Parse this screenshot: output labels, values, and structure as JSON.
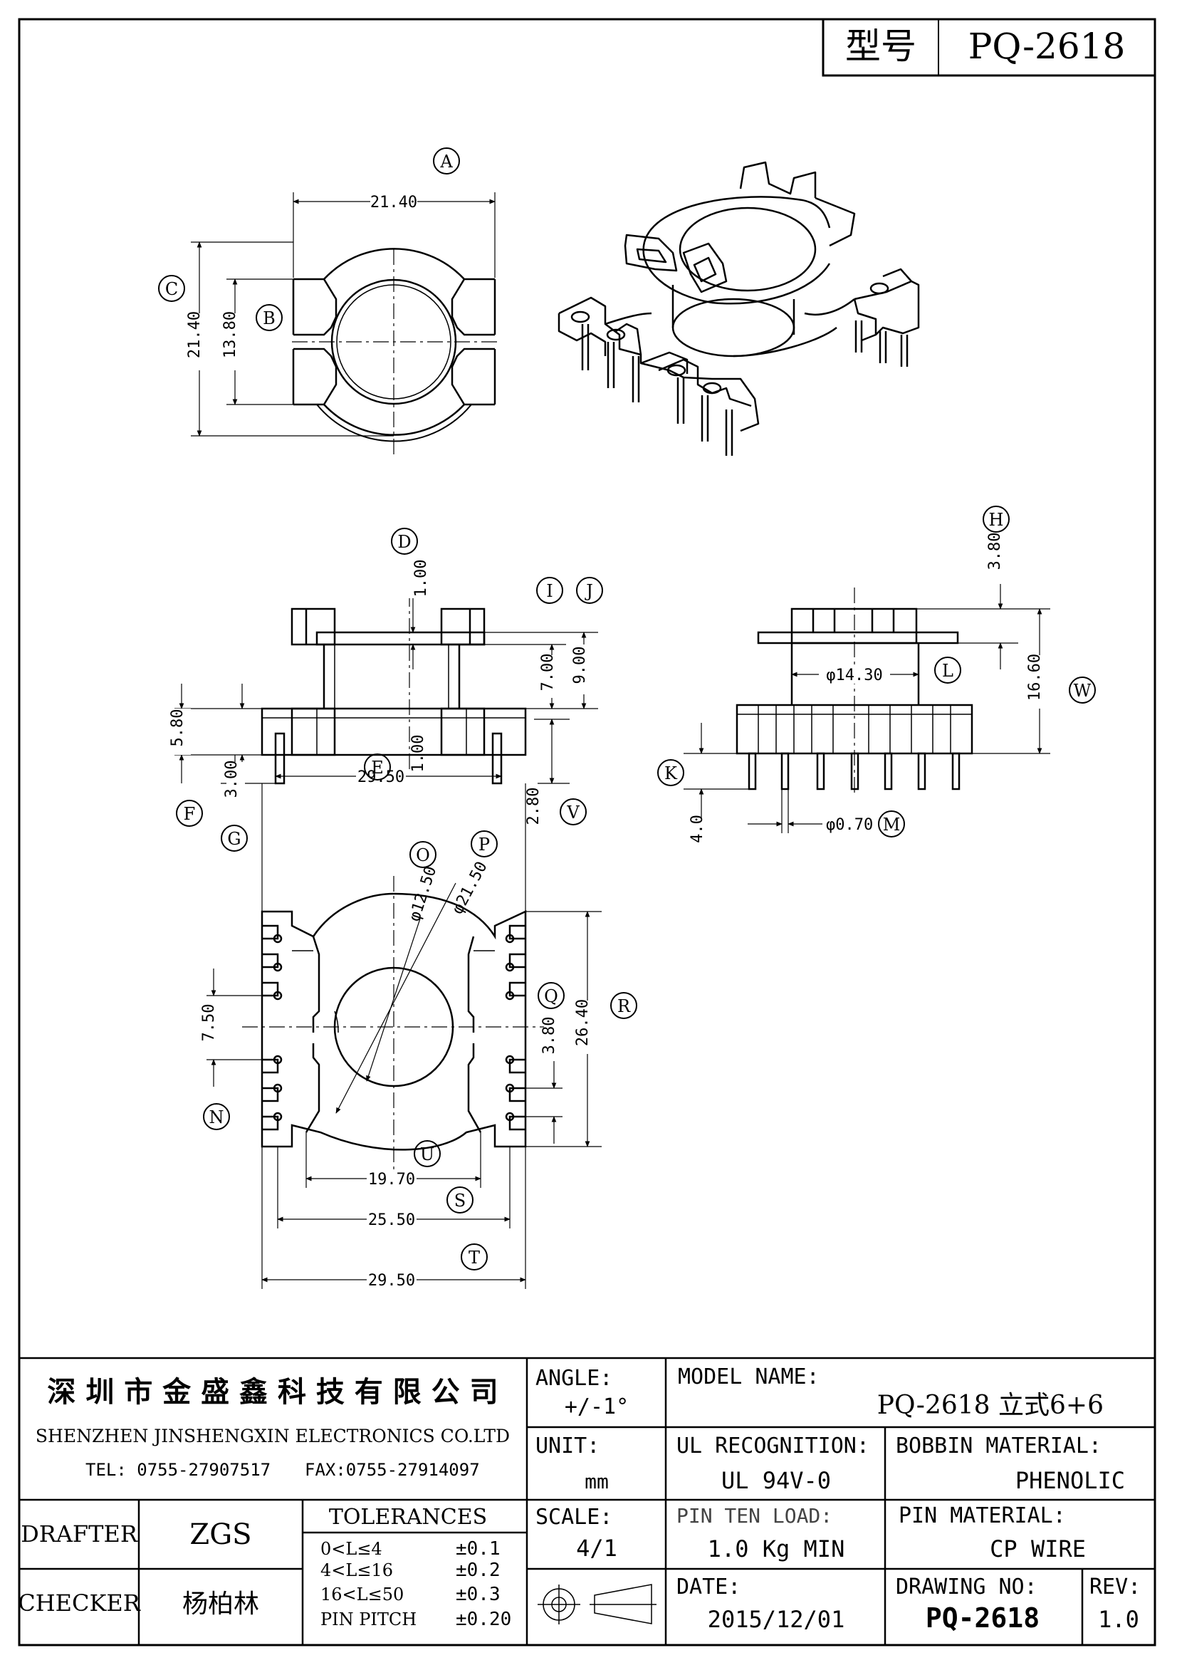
{
  "header": {
    "model_label": "型号",
    "model_value": "PQ-2618"
  },
  "views": {
    "top": {
      "label_A": "A",
      "label_B": "B",
      "label_C": "C",
      "dim_A": "21.40",
      "dim_B": "13.80",
      "dim_C": "21.40"
    },
    "front": {
      "label_D": "D",
      "label_E": "E",
      "label_F": "F",
      "label_G": "G",
      "label_I": "I",
      "label_J": "J",
      "label_V": "V",
      "dim_D": "1.00",
      "dim_E_top": "1.00",
      "dim_E": "29.50",
      "dim_F": "5.80",
      "dim_G": "3.00",
      "dim_I": "7.00",
      "dim_J": "9.00",
      "dim_V": "2.80"
    },
    "side": {
      "label_H": "H",
      "label_K": "K",
      "label_L": "L",
      "label_M": "M",
      "label_W": "W",
      "dim_H": "3.80",
      "dim_L": "φ14.30",
      "dim_W": "16.60",
      "dim_K": "4.0",
      "dim_M": "φ0.70"
    },
    "bottom": {
      "label_O": "O",
      "label_P": "P",
      "label_Q": "Q",
      "label_R": "R",
      "label_N": "N",
      "label_U": "U",
      "label_S": "S",
      "label_T": "T",
      "dim_O": "φ12.50",
      "dim_P": "φ21.50",
      "dim_N": "7.50",
      "dim_Q": "3.80",
      "dim_R": "26.40",
      "dim_U": "19.70",
      "dim_S": "25.50",
      "dim_T": "29.50"
    }
  },
  "title_block": {
    "company_cn": "深 圳 市 金 盛 鑫 科 技 有 限 公 司",
    "company_en": "SHENZHEN JINSHENGXIN ELECTRONICS CO.LTD",
    "tel": "TEL: 0755-27907517",
    "fax": "FAX:0755-27914097",
    "angle_label": "ANGLE:",
    "angle_value": "+/-1°",
    "model_name_label": "MODEL NAME:",
    "model_name_value": "PQ-2618 立式6+6",
    "unit_label": "UNIT:",
    "unit_value": "mm",
    "ul_label": "UL RECOGNITION:",
    "ul_value": "UL 94V-0",
    "bobbin_label": "BOBBIN MATERIAL:",
    "bobbin_value": "PHENOLIC",
    "drafter_label": "DRAFTER",
    "drafter_value": "ZGS",
    "checker_label": "CHECKER",
    "checker_value": "杨柏林",
    "tolerances_label": "TOLERANCES",
    "tolerances": [
      {
        "range": "0<L≤4",
        "value": "±0.1"
      },
      {
        "range": "4<L≤16",
        "value": "±0.2"
      },
      {
        "range": "16<L≤50",
        "value": "±0.3"
      },
      {
        "range": "PIN PITCH",
        "value": "±0.20"
      }
    ],
    "scale_label": "SCALE:",
    "scale_value": "4/1",
    "pin_load_label": "PIN TEN LOAD:",
    "pin_load_value": "1.0 Kg MIN",
    "pin_material_label": "PIN MATERIAL:",
    "pin_material_value": "CP WIRE",
    "date_label": "DATE:",
    "date_value": "2015/12/01",
    "drawing_no_label": "DRAWING NO:",
    "drawing_no_value": "PQ-2618",
    "rev_label": "REV:",
    "rev_value": "1.0"
  }
}
